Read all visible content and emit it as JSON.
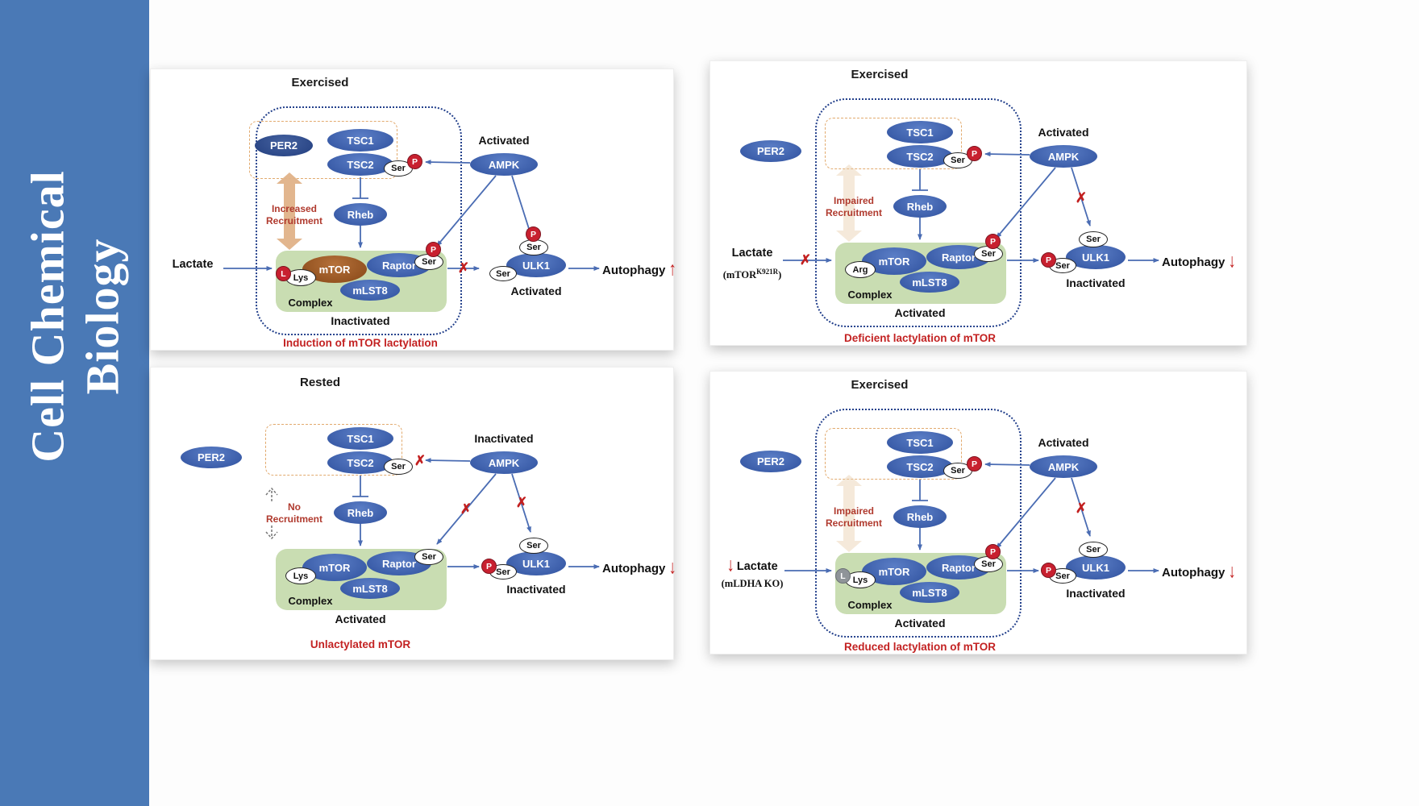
{
  "journal": {
    "line1": "Cell Chemical",
    "line2": "Biology"
  },
  "glyphs": {
    "x_mark": "✗",
    "up_arrow": "↑",
    "down_arrow": "↓",
    "p": "P",
    "l": "L"
  },
  "panels": [
    {
      "title": "Exercised",
      "per2": "PER2",
      "tsc1": "TSC1",
      "tsc2": "TSC2",
      "ser": "Ser",
      "ampk": "AMPK",
      "ampk_state": "Activated",
      "recruit_line1": "Increased",
      "recruit_line2": "Recruitment",
      "rheb": "Rheb",
      "lactate": "Lactate",
      "residue": "Lys",
      "mtor": "mTOR",
      "raptor": "Raptor",
      "mlst8": "mLST8",
      "complex_label": "Complex",
      "complex_state": "Inactivated",
      "ulk1": "ULK1",
      "ulk1_state": "Activated",
      "autophagy": "Autophagy",
      "caption": "Induction of mTOR lactylation"
    },
    {
      "title": "Exercised",
      "per2": "PER2",
      "tsc1": "TSC1",
      "tsc2": "TSC2",
      "ser": "Ser",
      "ampk": "AMPK",
      "ampk_state": "Activated",
      "recruit_line1": "Impaired",
      "recruit_line2": "Recruitment",
      "rheb": "Rheb",
      "lactate": "Lactate",
      "note_pre": "(mTOR",
      "note_sup": "K921R",
      "note_post": ")",
      "residue": "Arg",
      "mtor": "mTOR",
      "raptor": "Raptor",
      "mlst8": "mLST8",
      "complex_label": "Complex",
      "complex_state": "Activated",
      "ulk1": "ULK1",
      "ulk1_state": "Inactivated",
      "autophagy": "Autophagy",
      "caption": "Deficient lactylation of mTOR"
    },
    {
      "title": "Rested",
      "per2": "PER2",
      "tsc1": "TSC1",
      "tsc2": "TSC2",
      "ser": "Ser",
      "ampk": "AMPK",
      "ampk_state": "Inactivated",
      "recruit_line1": "No",
      "recruit_line2": "Recruitment",
      "rheb": "Rheb",
      "residue": "Lys",
      "mtor": "mTOR",
      "raptor": "Raptor",
      "mlst8": "mLST8",
      "complex_label": "Complex",
      "complex_state": "Activated",
      "ulk1": "ULK1",
      "ulk1_state": "Inactivated",
      "autophagy": "Autophagy",
      "caption": "Unlactylated mTOR"
    },
    {
      "title": "Exercised",
      "per2": "PER2",
      "tsc1": "TSC1",
      "tsc2": "TSC2",
      "ser": "Ser",
      "ampk": "AMPK",
      "ampk_state": "Activated",
      "recruit_line1": "Impaired",
      "recruit_line2": "Recruitment",
      "rheb": "Rheb",
      "lactate": "Lactate",
      "note": "(mLDHA KO)",
      "residue": "Lys",
      "mtor": "mTOR",
      "raptor": "Raptor",
      "mlst8": "mLST8",
      "complex_label": "Complex",
      "complex_state": "Activated",
      "ulk1": "ULK1",
      "ulk1_state": "Inactivated",
      "autophagy": "Autophagy",
      "caption": "Reduced lactylation of mTOR"
    }
  ]
}
